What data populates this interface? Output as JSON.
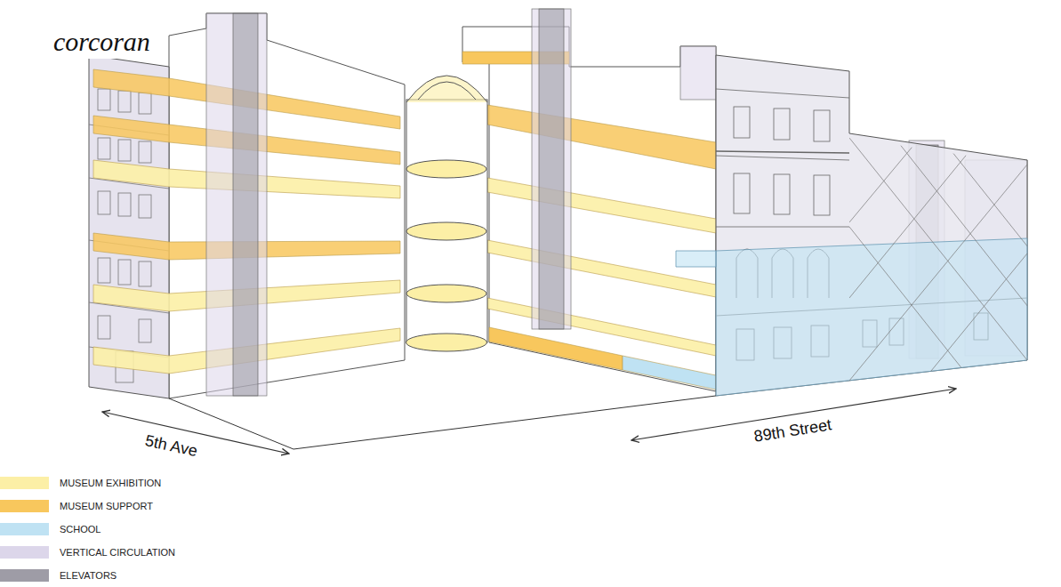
{
  "diagram": {
    "labels": [
      "corcoran",
      "5th Ave",
      "89th Street"
    ],
    "legend": [
      {
        "text": "MUSEUM EXHIBITION",
        "color": "#fcefa6"
      },
      {
        "text": "MUSEUM SUPPORT",
        "color": "#f8c75d"
      },
      {
        "text": "SCHOOL",
        "color": "#bfe2f3"
      },
      {
        "text": "VERTICAL CIRCULATION",
        "color": "#dcd6ea"
      },
      {
        "text": "ELEVATORS",
        "color": "#9e9ca6"
      }
    ]
  }
}
